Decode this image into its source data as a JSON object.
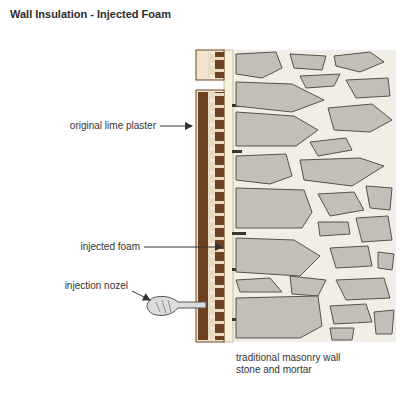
{
  "diagram": {
    "title": "Wall Insulation - Injected Foam",
    "labels": [
      "original lime plaster",
      "injected foam",
      "injection nozel",
      "traditional masonry wall stone and mortar"
    ]
  }
}
